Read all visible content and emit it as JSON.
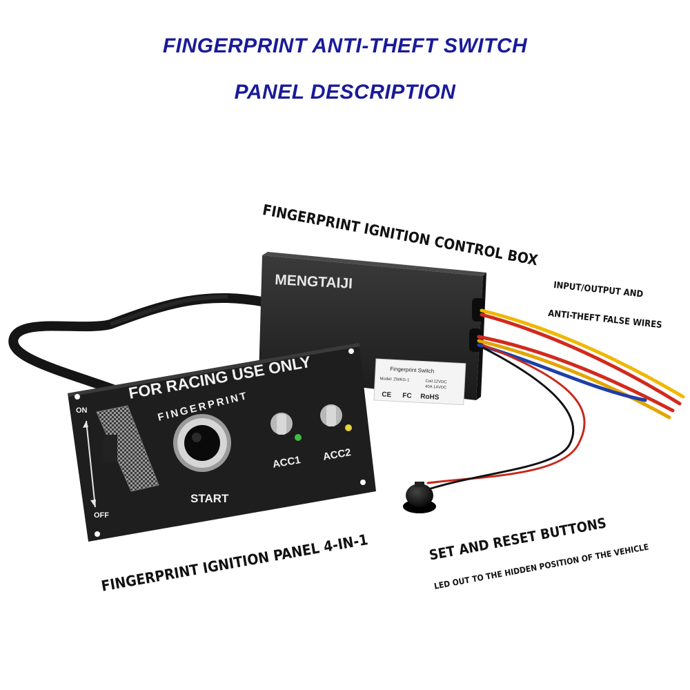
{
  "title": {
    "line1": "FINGERPRINT ANTI-THEFT SWITCH",
    "line2": "PANEL DESCRIPTION"
  },
  "captions": {
    "control_box": "FINGERPRINT IGNITION CONTROL BOX",
    "wires_line1": "INPUT/OUTPUT AND",
    "wires_line2": "ANTI-THEFT FALSE WIRES",
    "panel": "FINGERPRINT IGNITION PANEL 4-IN-1",
    "buttons": "SET AND RESET BUTTONS",
    "buttons_sub": "LED OUT TO THE HIDDEN POSITION OF THE VEHICLE"
  },
  "control_box": {
    "brand": "MENGTAIJI",
    "label_title": "Fingerprint Switch",
    "label_model": "Model: ZWKG-1",
    "label_spec1": "Coil:12VDC",
    "label_spec2": "40A 14VDC",
    "marks": [
      "CE",
      "FC",
      "RoHS"
    ]
  },
  "panel": {
    "heading": "FOR RACING USE ONLY",
    "fingerprint_arc": "FINGERPRINT",
    "start": "START",
    "on": "ON",
    "off": "OFF",
    "acc1": "ACC1",
    "acc2": "ACC2"
  },
  "colors": {
    "title": "#1a1a9a",
    "panel": "#1e1e1e",
    "box": "#2a2a2a",
    "wire_red": "#d22a1e",
    "wire_yellow": "#f0b800",
    "wire_blue": "#1f3fa8",
    "led_green": "#3fbf3f",
    "led_yellow": "#e6d23a"
  }
}
